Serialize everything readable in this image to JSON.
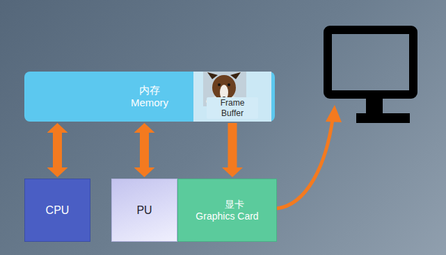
{
  "diagram": {
    "nodes": [
      {
        "text": [
          "内存 Memory"
        ]
      },
      {
        "text": [
          "Frame Buffer"
        ],
        "in": 0
      },
      {
        "text": [
          "CPU"
        ]
      },
      {
        "text": [
          "PU"
        ]
      },
      {
        "text": [
          "显卡 Graphics Card"
        ]
      }
    ],
    "edges": [
      {
        "from": 0,
        "to": 2,
        "arrow": "both"
      },
      {
        "from": 0,
        "to": 3,
        "arrow": "both"
      },
      {
        "from": 1,
        "to": 4,
        "arrow": "to"
      }
    ]
  }
}
